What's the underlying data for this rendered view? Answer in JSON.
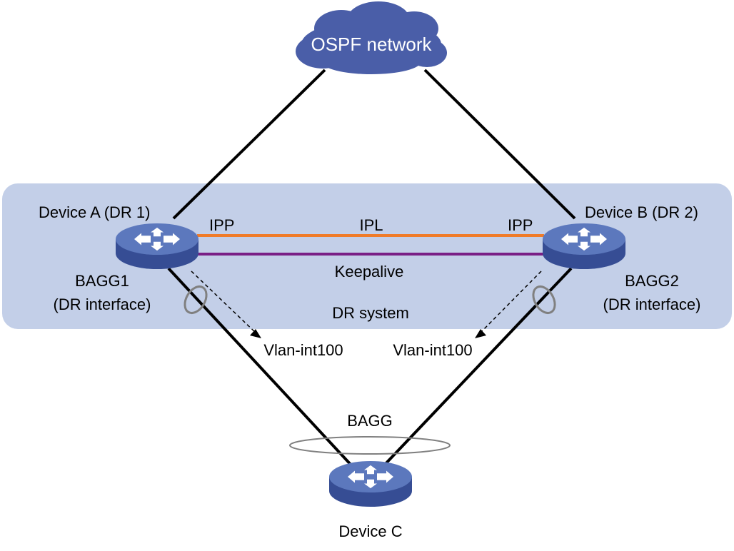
{
  "cloud": {
    "label": "OSPF network"
  },
  "dr_system": {
    "label": "DR system"
  },
  "devices": {
    "a": {
      "label": "Device A (DR 1)",
      "bagg_name": "BAGG1",
      "bagg_role": "(DR interface)",
      "ipp": "IPP",
      "vlan": "Vlan-int100"
    },
    "b": {
      "label": "Device B (DR 2)",
      "bagg_name": "BAGG2",
      "bagg_role": "(DR interface)",
      "ipp": "IPP",
      "vlan": "Vlan-int100"
    },
    "c": {
      "label": "Device C",
      "bagg": "BAGG"
    }
  },
  "links": {
    "ipl": "IPL",
    "keepalive": "Keepalive"
  },
  "colors": {
    "dr_region": "#c3cfe8",
    "cloud": "#4a5ea8",
    "ipl_line": "#f07b28",
    "keepalive_line": "#7a1f86",
    "device_top": "#5c78bd",
    "device_side": "#364d94"
  },
  "icons": {
    "cloud": "cloud-icon",
    "switch": "switch-icon"
  }
}
